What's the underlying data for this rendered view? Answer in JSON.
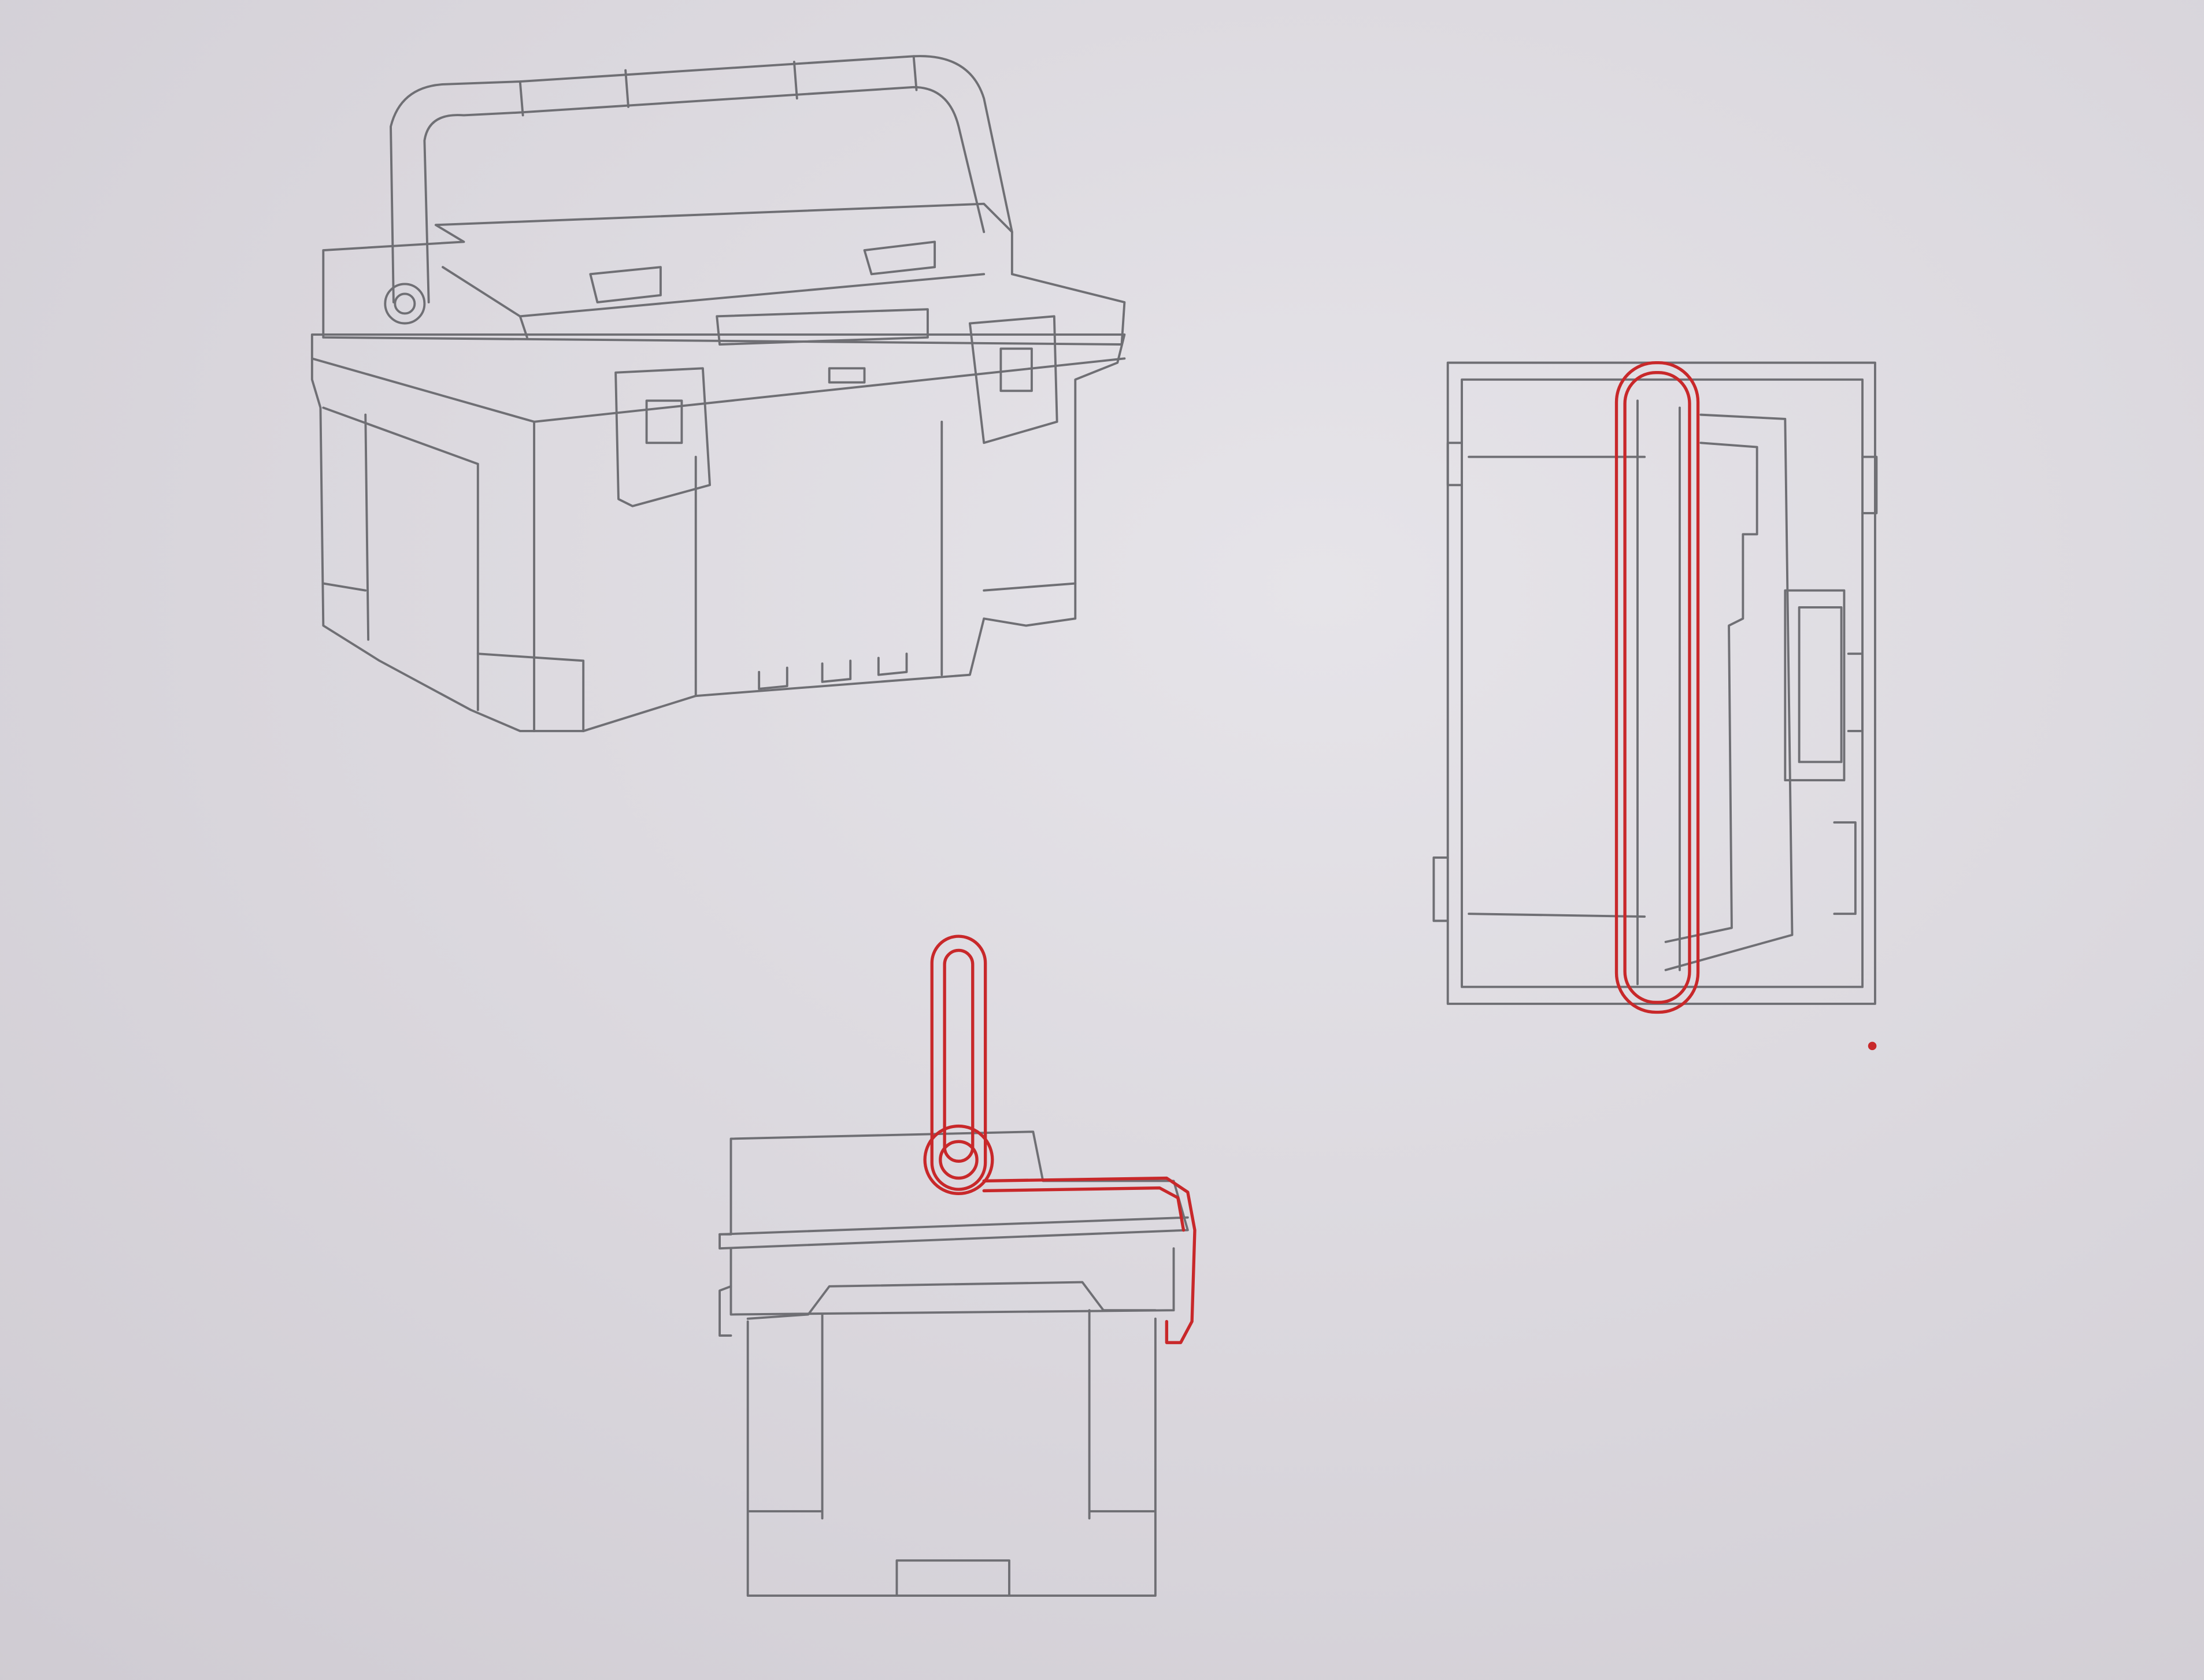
{
  "colors": {
    "paper": "#e1dee4",
    "pencil": "#6f6f74",
    "red_pencil": "#c8282a"
  },
  "drawings": {
    "views": [
      "perspective",
      "top",
      "side"
    ]
  }
}
